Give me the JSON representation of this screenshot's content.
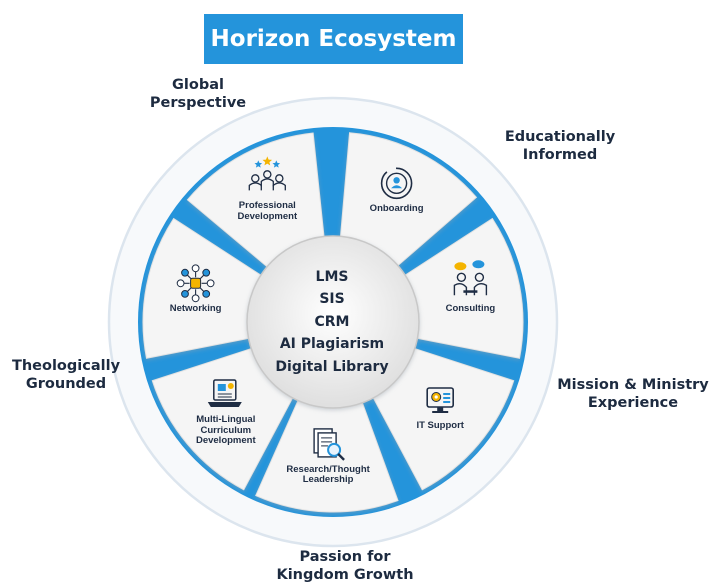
{
  "title": "Horizon Ecosystem",
  "outer_labels": {
    "global": [
      "Global",
      "Perspective"
    ],
    "educational": [
      "Educationally",
      "Informed"
    ],
    "theological": [
      "Theologically",
      "Grounded"
    ],
    "mission": [
      "Mission & Ministry",
      "Experience"
    ],
    "passion": [
      "Passion for",
      "Kingdom Growth"
    ]
  },
  "core_items": [
    "LMS",
    "SIS",
    "CRM",
    "AI Plagiarism",
    "Digital Library"
  ],
  "segments": [
    {
      "lines": [
        "Onboarding"
      ],
      "icon": "onboarding-icon"
    },
    {
      "lines": [
        "Consulting"
      ],
      "icon": "consulting-icon"
    },
    {
      "lines": [
        "IT Support"
      ],
      "icon": "it-support-icon"
    },
    {
      "lines": [
        "Research/Thought",
        "Leadership"
      ],
      "icon": "research-icon"
    },
    {
      "lines": [
        "Multi-Lingual",
        "Curriculum",
        "Development"
      ],
      "icon": "curriculum-icon"
    },
    {
      "lines": [
        "Networking"
      ],
      "icon": "networking-icon"
    },
    {
      "lines": [
        "Professional",
        "Development"
      ],
      "icon": "professional-development-icon"
    }
  ],
  "colors": {
    "accent": "#2494db",
    "text": "#1d2b40",
    "segment": "#f5f5f5",
    "ring": "#dfe7ef"
  }
}
